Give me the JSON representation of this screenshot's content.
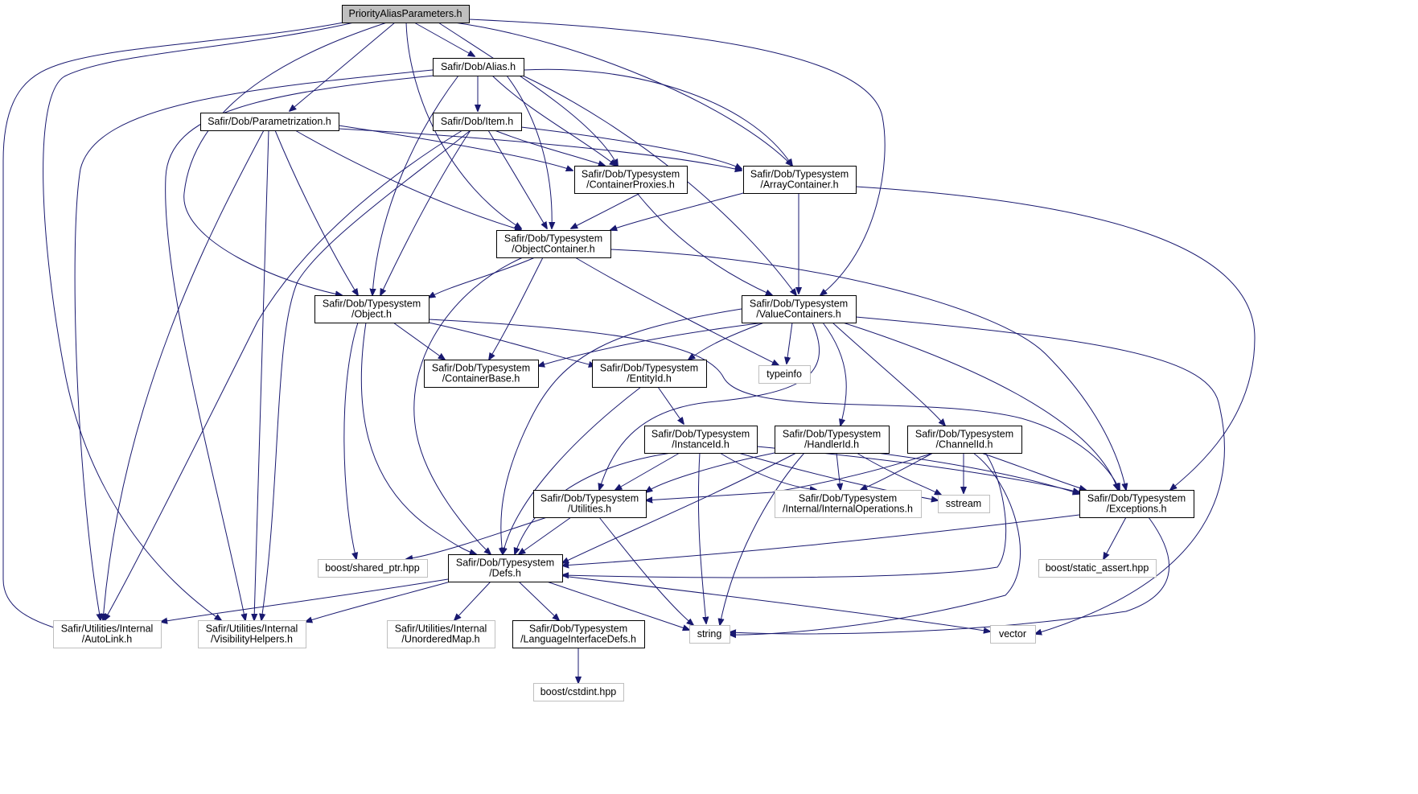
{
  "graph": {
    "colors": {
      "edge": "#191970",
      "node_border": "#000000",
      "external_border": "#bfbfbf",
      "root_fill": "#bfbfbf",
      "background": "#ffffff"
    },
    "nodes": [
      {
        "id": "root",
        "lines": [
          "PriorityAliasParameters.h"
        ],
        "kind": "root"
      },
      {
        "id": "alias",
        "lines": [
          "Safir/Dob/Alias.h"
        ],
        "kind": "internal"
      },
      {
        "id": "param",
        "lines": [
          "Safir/Dob/Parametrization.h"
        ],
        "kind": "internal"
      },
      {
        "id": "item",
        "lines": [
          "Safir/Dob/Item.h"
        ],
        "kind": "internal"
      },
      {
        "id": "contprox",
        "lines": [
          "Safir/Dob/Typesystem",
          "/ContainerProxies.h"
        ],
        "kind": "internal"
      },
      {
        "id": "arrcont",
        "lines": [
          "Safir/Dob/Typesystem",
          "/ArrayContainer.h"
        ],
        "kind": "internal"
      },
      {
        "id": "objcont",
        "lines": [
          "Safir/Dob/Typesystem",
          "/ObjectContainer.h"
        ],
        "kind": "internal"
      },
      {
        "id": "object",
        "lines": [
          "Safir/Dob/Typesystem",
          "/Object.h"
        ],
        "kind": "internal"
      },
      {
        "id": "valcont",
        "lines": [
          "Safir/Dob/Typesystem",
          "/ValueContainers.h"
        ],
        "kind": "internal"
      },
      {
        "id": "contbase",
        "lines": [
          "Safir/Dob/Typesystem",
          "/ContainerBase.h"
        ],
        "kind": "internal"
      },
      {
        "id": "entityid",
        "lines": [
          "Safir/Dob/Typesystem",
          "/EntityId.h"
        ],
        "kind": "internal"
      },
      {
        "id": "typeinfo",
        "lines": [
          "typeinfo"
        ],
        "kind": "external"
      },
      {
        "id": "instid",
        "lines": [
          "Safir/Dob/Typesystem",
          "/InstanceId.h"
        ],
        "kind": "internal"
      },
      {
        "id": "handid",
        "lines": [
          "Safir/Dob/Typesystem",
          "/HandlerId.h"
        ],
        "kind": "internal"
      },
      {
        "id": "chanid",
        "lines": [
          "Safir/Dob/Typesystem",
          "/ChannelId.h"
        ],
        "kind": "internal"
      },
      {
        "id": "utils",
        "lines": [
          "Safir/Dob/Typesystem",
          "/Utilities.h"
        ],
        "kind": "internal"
      },
      {
        "id": "intops",
        "lines": [
          "Safir/Dob/Typesystem",
          "/Internal/InternalOperations.h"
        ],
        "kind": "external"
      },
      {
        "id": "sstream",
        "lines": [
          "sstream"
        ],
        "kind": "external"
      },
      {
        "id": "exc",
        "lines": [
          "Safir/Dob/Typesystem",
          "/Exceptions.h"
        ],
        "kind": "internal"
      },
      {
        "id": "shptr",
        "lines": [
          "boost/shared_ptr.hpp"
        ],
        "kind": "external"
      },
      {
        "id": "defs",
        "lines": [
          "Safir/Dob/Typesystem",
          "/Defs.h"
        ],
        "kind": "internal"
      },
      {
        "id": "sassert",
        "lines": [
          "boost/static_assert.hpp"
        ],
        "kind": "external"
      },
      {
        "id": "autolink",
        "lines": [
          "Safir/Utilities/Internal",
          "/AutoLink.h"
        ],
        "kind": "external"
      },
      {
        "id": "vishelp",
        "lines": [
          "Safir/Utilities/Internal",
          "/VisibilityHelpers.h"
        ],
        "kind": "external"
      },
      {
        "id": "unomap",
        "lines": [
          "Safir/Utilities/Internal",
          "/UnorderedMap.h"
        ],
        "kind": "external"
      },
      {
        "id": "langif",
        "lines": [
          "Safir/Dob/Typesystem",
          "/LanguageInterfaceDefs.h"
        ],
        "kind": "internal"
      },
      {
        "id": "string",
        "lines": [
          "string"
        ],
        "kind": "external"
      },
      {
        "id": "vector",
        "lines": [
          "vector"
        ],
        "kind": "external"
      },
      {
        "id": "cstdint",
        "lines": [
          "boost/cstdint.hpp"
        ],
        "kind": "external"
      }
    ]
  }
}
